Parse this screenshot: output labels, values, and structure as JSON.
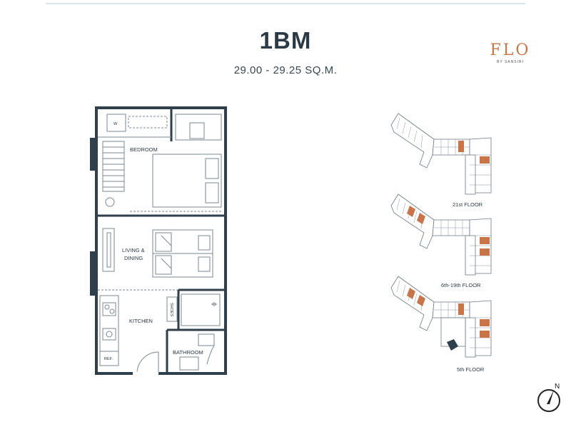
{
  "header": {
    "unit_type": "1BM",
    "area": "29.00 - 29.25 SQ.M."
  },
  "logo": {
    "word": "FLO",
    "sub": "BY SANSIRI"
  },
  "plan": {
    "rooms": {
      "bedroom": "BEDROOM",
      "living_line1": "LIVING &",
      "living_line2": "DINING",
      "kitchen": "KITCHEN",
      "bathroom": "BATHROOM"
    },
    "fixtures": {
      "washer": "W",
      "shoes": "SHOES",
      "ref": "REF."
    }
  },
  "key_plans": [
    {
      "label": "21st FLOOR"
    },
    {
      "label": "6th-19th FLOOR"
    },
    {
      "label": "5th FLOOR"
    }
  ],
  "compass": {
    "north": "N"
  },
  "colors": {
    "wall": "#2f3f4b",
    "accent": "#c8754a",
    "line": "#7a8894"
  }
}
